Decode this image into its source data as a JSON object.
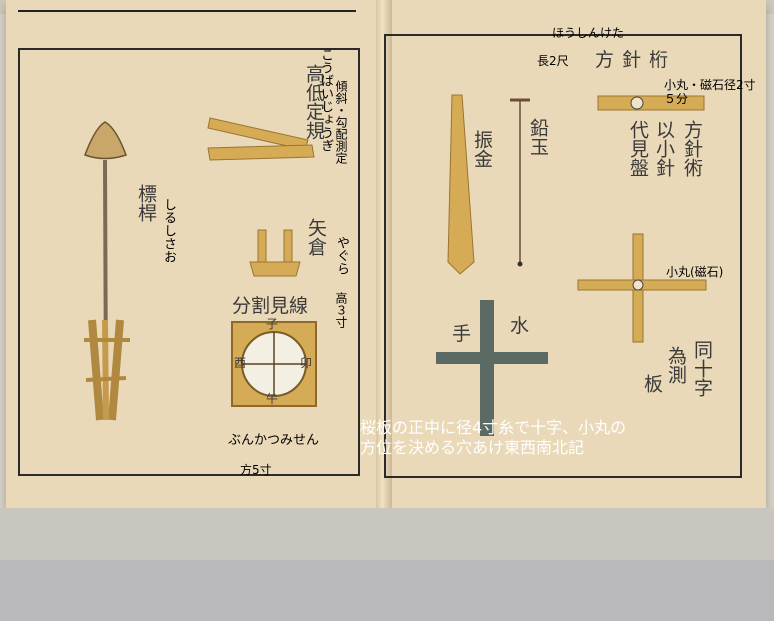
{
  "left_page": {
    "title_sideways": "こうばいじょうぎ",
    "caption_slope": "傾斜・勾配測定",
    "name_pole": "しるしさお",
    "name_stand": "やぐら",
    "stand_height": "高３寸",
    "name_plate": "ぶんかつみせん",
    "plate_size": "方5寸",
    "plate_note": "桜板の正中に径4寸糸で十字、小丸の方位を決める穴あけ東西南北記",
    "calligraphy": {
      "pole": "標桿",
      "slope": "高低定規",
      "stand": "矢倉",
      "plate": "分割見線",
      "plate_marks": [
        "子",
        "卯",
        "午",
        "酉"
      ]
    }
  },
  "right_page": {
    "furigana": "ほうしんけた",
    "length": "長2尺",
    "compass_label": "小丸・磁石径2寸５分",
    "magnet_label": "小丸(磁石)",
    "calligraphy": {
      "title": "方針桁",
      "plumb": "振金",
      "ball": "鉛玉",
      "note1": "方針術",
      "note2": "以小針",
      "note3": "代見盤",
      "water": "水",
      "hand": "手",
      "cross1": "同十字",
      "cross2": "為測",
      "cross3": "板"
    }
  },
  "colors": {
    "paper": "#ead9b8",
    "wood": "#d6ab55",
    "water_level": "#5b6b63"
  }
}
